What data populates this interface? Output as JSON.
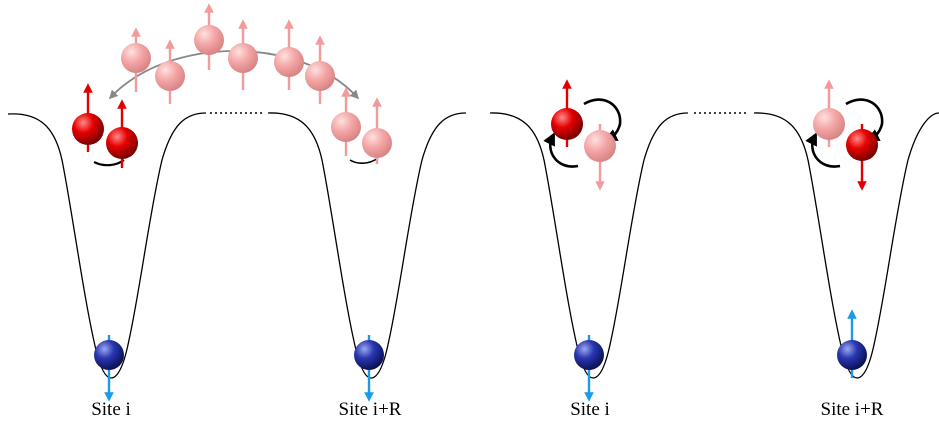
{
  "labels": {
    "panel_left_site_i": "Site i",
    "panel_left_site_i_plus_r": "Site i+R",
    "panel_right_site_i": "Site i",
    "panel_right_site_i_plus_r": "Site i+R"
  },
  "colors": {
    "electron_red": "#e00000",
    "electron_faded": "#f4a0a0",
    "electron_blue": "#1e2a9a",
    "spin_blue": "#1a9ae8",
    "potential_line": "#000000",
    "hop_arrow": "#888888"
  },
  "icons": {
    "electron": "sphere-with-spin-arrow",
    "hop": "curved-double-arrow",
    "exchange": "circular-arrows"
  }
}
